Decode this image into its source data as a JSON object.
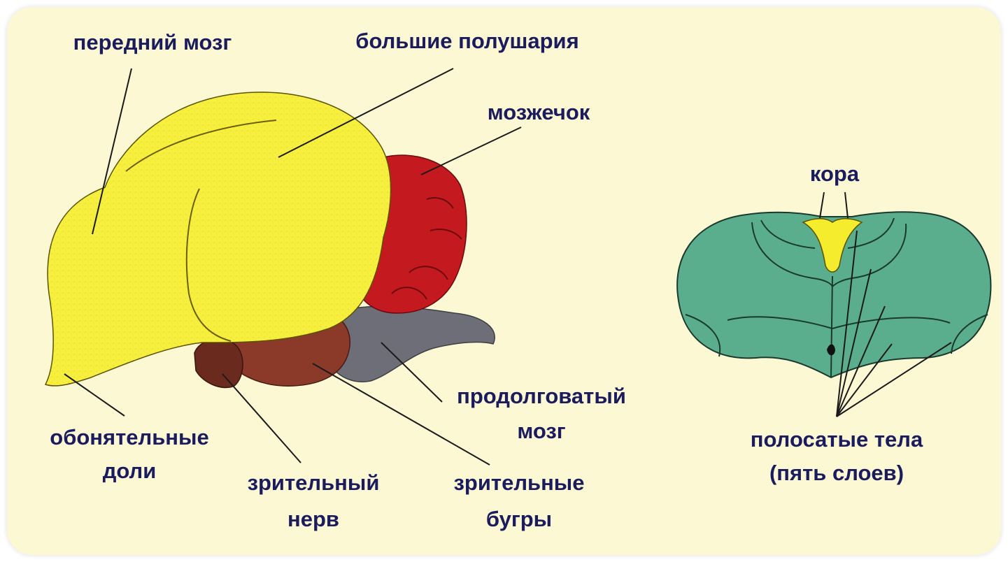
{
  "labels": {
    "forebrain": "передний мозг",
    "hemispheres": "большие полушария",
    "cerebellum": "мозжечок",
    "olfactory_lobes_1": "обонятельные",
    "olfactory_lobes_2": "доли",
    "optic_nerve_1": "зрительный",
    "optic_nerve_2": "нерв",
    "medulla_1": "продолговатый",
    "medulla_2": "мозг",
    "optic_lobes_1": "зрительные",
    "optic_lobes_2": "бугры",
    "cortex": "кора",
    "striatum_1": "полосатые тела",
    "striatum_2": "(пять слоев)"
  },
  "colors": {
    "background": "#fdf8d4",
    "label_text": "#1b1c5e",
    "hemisphere_yellow": "#f7ef3e",
    "cerebellum_red": "#c41a1f",
    "midbrain_brown": "#8b3a2a",
    "medulla_gray": "#6e6e78",
    "section_green": "#5aae8e",
    "cortex_yellow": "#f6ec2e"
  }
}
